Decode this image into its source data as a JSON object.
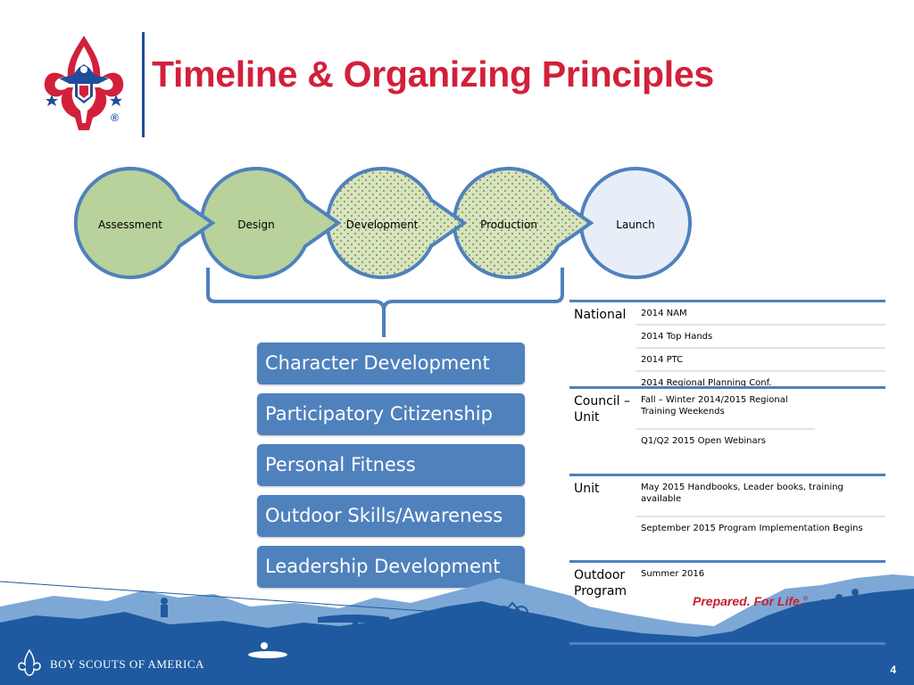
{
  "slide": {
    "title": "Timeline & Organizing Principles",
    "page_number": "4",
    "footer_org": "BOY SCOUTS OF AMERICA",
    "tagline": "Prepared. For Life.",
    "tagline_mark": "®"
  },
  "phases": [
    {
      "label": "Assessment",
      "fill": "solid-green"
    },
    {
      "label": "Design",
      "fill": "solid-green"
    },
    {
      "label": "Development",
      "fill": "dotted-green"
    },
    {
      "label": "Production",
      "fill": "dotted-green"
    },
    {
      "label": "Launch",
      "fill": "pale-blue"
    }
  ],
  "pillars": [
    "Character Development",
    "Participatory Citizenship",
    "Personal Fitness",
    "Outdoor Skills/Awareness",
    "Leadership Development"
  ],
  "timeline": [
    {
      "label": "National",
      "items": [
        "2014 NAM",
        "2014 Top Hands",
        "2014 PTC",
        "2014 Regional Planning Conf."
      ]
    },
    {
      "label": "Council – Unit",
      "items": [
        "Fall – Winter 2014/2015 Regional Training Weekends",
        "Q1/Q2 2015 Open Webinars"
      ]
    },
    {
      "label": "Unit",
      "items": [
        "May 2015 Handbooks, Leader books, training available",
        "September 2015 Program Implementation Begins"
      ]
    },
    {
      "label": "Outdoor Program",
      "items": [
        "Summer 2016"
      ]
    }
  ],
  "colors": {
    "title": "#d2203a",
    "accent_blue": "#4f81bd",
    "phase_green": "#b9d19a",
    "phase_dotted": "#d7e4bd",
    "phase_launch": "#e8eef8",
    "footer_blue": "#1f5aa0",
    "tagline_red": "#c8202f"
  },
  "icons": [
    "fleur-de-lis-logo-icon",
    "registered-mark-icon",
    "mountain-landscape-icon",
    "cyclist-icon",
    "kayaker-icon",
    "canoe-carrier-icon",
    "hikers-icon",
    "zipline-icon"
  ]
}
